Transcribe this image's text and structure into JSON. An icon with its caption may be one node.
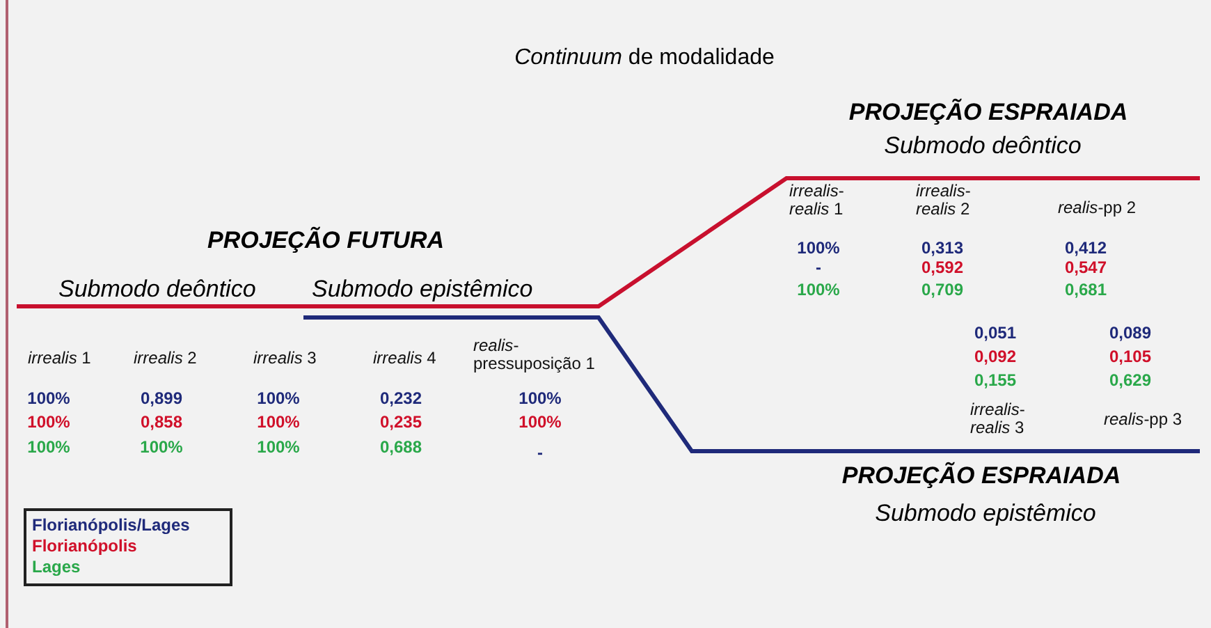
{
  "diagram": {
    "title": "*Continuum* de modalidade",
    "labels": [
      "PROJEÇÃO ESPRAIADA",
      "Submodo deôntico",
      "*irrealis*-*realis* 1",
      "*irrealis*-*realis* 2",
      "*realis*-pp 2",
      "100%",
      "0,313",
      "0,412",
      "-",
      "0,592",
      "0,547",
      "100%",
      "0,709",
      "0,681",
      "PROJEÇÃO FUTURA",
      "Submodo deôntico",
      "Submodo epistêmico",
      "*irrealis* 1",
      "*irrealis* 2",
      "*irrealis* 3",
      "*irrealis* 4",
      "*realis*-pressuposição 1",
      "100%",
      "0,899",
      "100%",
      "0,232",
      "100%",
      "100%",
      "0,858",
      "100%",
      "0,235",
      "100%",
      "100%",
      "100%",
      "100%",
      "0,688",
      "-",
      "0,051",
      "0,089",
      "0,092",
      "0,105",
      "0,155",
      "0,629",
      "*irrealis*-*realis* 3",
      "*realis*-pp 3",
      "PROJEÇÃO ESPRAIADA",
      "Submodo epistêmico"
    ],
    "legend": [
      {
        "text": "Florianópolis/Lages",
        "color": "#1f2a7a"
      },
      {
        "text": "Florianópolis",
        "color": "#d0102a"
      },
      {
        "text": "Lages",
        "color": "#2aa84a"
      }
    ]
  }
}
